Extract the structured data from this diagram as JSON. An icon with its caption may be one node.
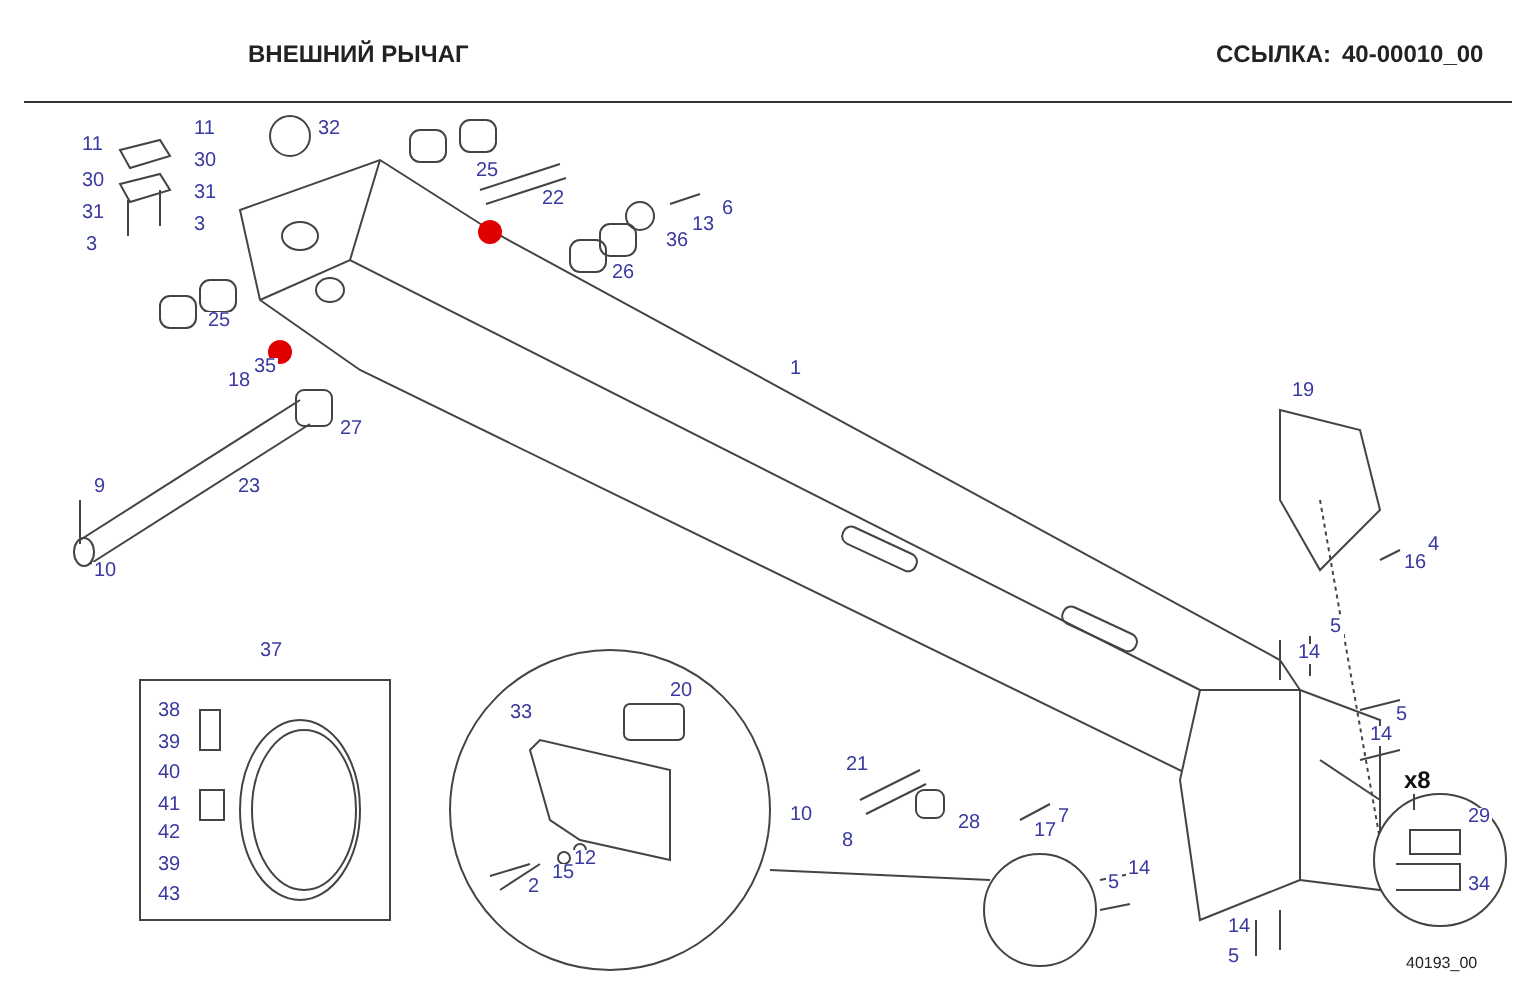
{
  "diagram": {
    "title": "ВНЕШНИЙ РЫЧАГ",
    "labels": [
      "ССЫЛКА:",
      "40-00010_00",
      "11",
      "11",
      "30",
      "30",
      "31",
      "31",
      "3",
      "3",
      "32",
      "25",
      "22",
      "6",
      "13",
      "36",
      "26",
      "25",
      "35",
      "18",
      "27",
      "1",
      "19",
      "9",
      "23",
      "10",
      "4",
      "16",
      "5",
      "14",
      "5",
      "14",
      "37",
      "38",
      "39",
      "40",
      "41",
      "42",
      "39",
      "43",
      "33",
      "20",
      "21",
      "10",
      "28",
      "7",
      "17",
      "8",
      "12",
      "15",
      "2",
      "5",
      "14",
      "x8",
      "29",
      "34",
      "14",
      "5",
      "40193_00"
    ]
  }
}
